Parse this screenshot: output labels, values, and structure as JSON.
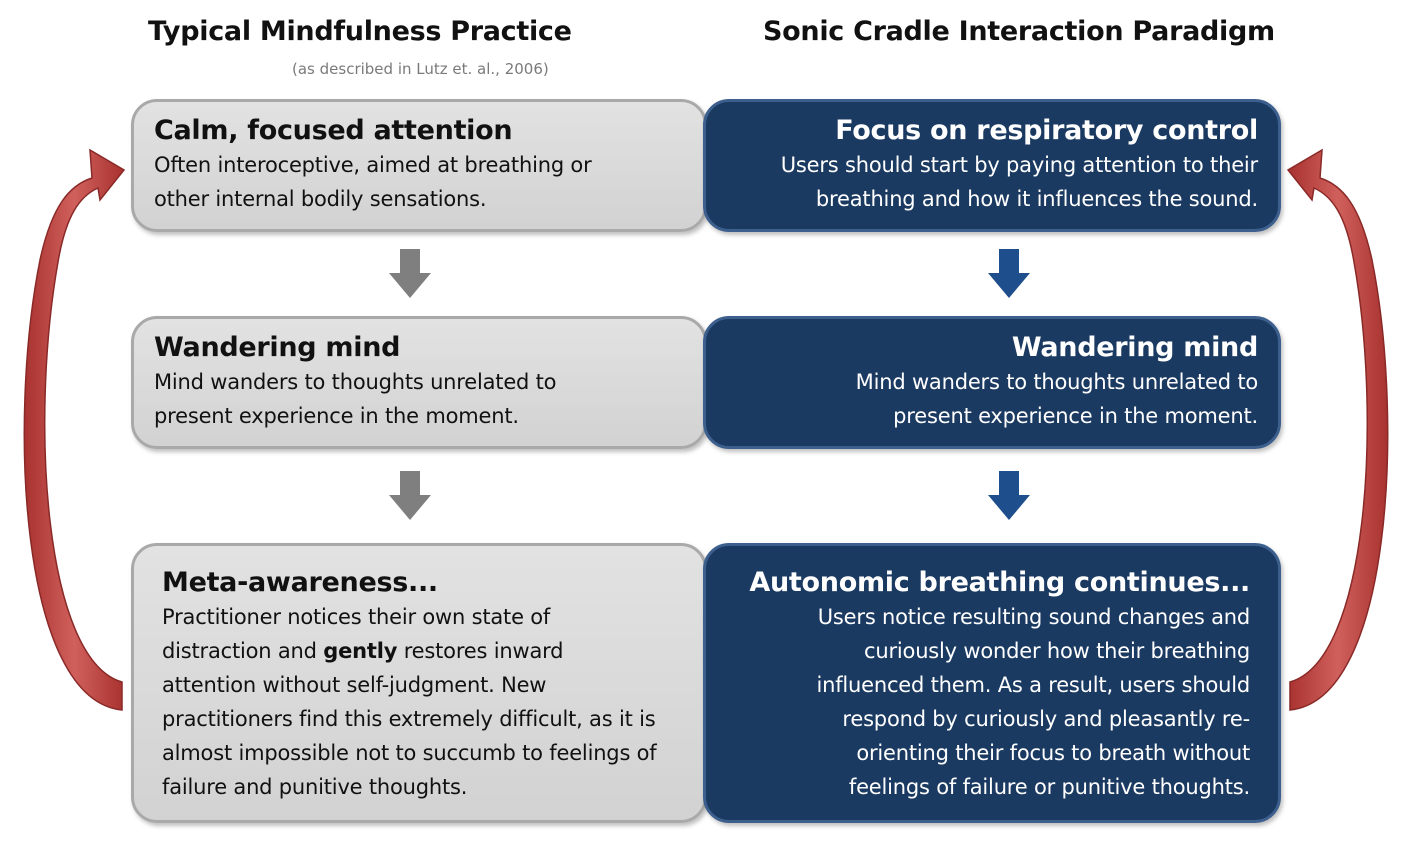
{
  "headings": {
    "left": "Typical Mindfulness Practice",
    "left_sub": "(as described in Lutz et. al., 2006)",
    "right": "Sonic Cradle Interaction Paradigm"
  },
  "left_column": {
    "step1": {
      "title": "Calm, focused attention",
      "desc": "Often interoceptive, aimed at breathing or other internal bodily sensations."
    },
    "step2": {
      "title": "Wandering mind",
      "desc": "Mind wanders to thoughts unrelated to present experience in the moment."
    },
    "step3": {
      "title": "Meta-awareness...",
      "desc_before": "Practitioner notices their own state of distraction and ",
      "desc_bold": "gently",
      "desc_after": " restores inward attention without self-judgment.  New practitioners find this extremely difficult, as it is almost impossible not to succumb to feelings of failure and punitive thoughts."
    }
  },
  "right_column": {
    "step1": {
      "title": "Focus on respiratory control",
      "desc": "Users should start by paying attention to their breathing and how it influences the sound."
    },
    "step2": {
      "title": "Wandering mind",
      "desc": "Mind wanders to thoughts unrelated to present experience in the moment."
    },
    "step3": {
      "title": "Autonomic breathing continues...",
      "desc": "Users notice resulting sound changes and curiously wonder how their breathing influenced them.  As a result, users should respond by curiously and pleasantly re-orienting their focus to breath without feelings of failure or punitive thoughts."
    }
  },
  "colors": {
    "grey_box_fill": "#d9d9d9",
    "grey_box_border": "#a9a9a9",
    "navy_box_fill": "#1b3a62",
    "navy_box_border": "#3d5f8e",
    "grey_arrow": "#7f7f7f",
    "blue_arrow": "#1f4e8c",
    "loop_arrow": "#c0504d"
  }
}
